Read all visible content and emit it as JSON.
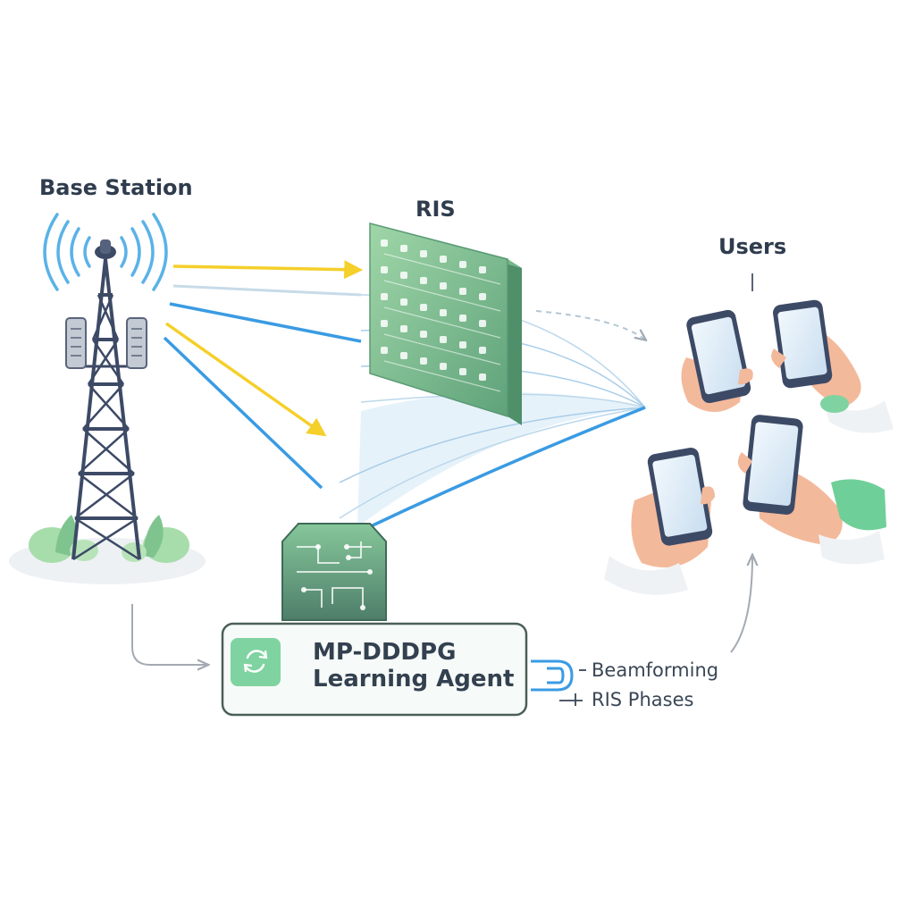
{
  "labels": {
    "base_station": "Base Station",
    "ris": "RIS",
    "users": "Users"
  },
  "agent": {
    "title_line1": "MP-DDDPG",
    "title_line2": "Learning Agent"
  },
  "outputs": {
    "beamforming": "Beamforming",
    "ris_phases": "RIS Phases"
  },
  "icons": [
    "cell-tower-icon",
    "ris-panel-icon",
    "smartphone-icon",
    "chip-icon",
    "refresh-icon"
  ],
  "colors": {
    "signal_yellow": "#f5cf2a",
    "signal_blue": "#3a9be3",
    "ris_green": "#7cc08f",
    "tower": "#3d4a66",
    "foliage": "#9fd8a5",
    "agent_border": "#4a5f58",
    "chip": "#5e9478"
  }
}
